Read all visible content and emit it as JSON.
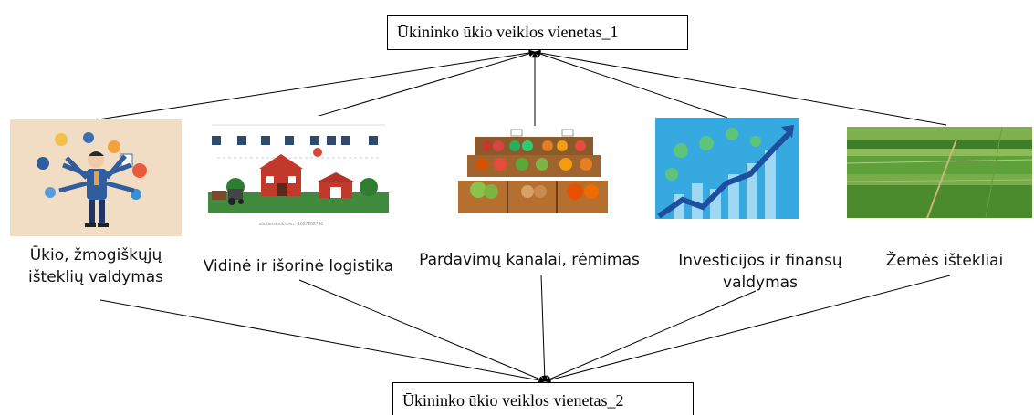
{
  "top_node": {
    "label": "Ūkininko ūkio veiklos vienetas_1"
  },
  "bottom_node": {
    "label": "Ūkininko ūkio veiklos vienetas_2"
  },
  "categories": [
    {
      "label": "Ūkio, žmogiškųjų\ništeklių valdymas",
      "image": "manager-multitasking-illustration"
    },
    {
      "label": "Vidinė ir išorinė logistika",
      "image": "farm-logistics-illustration"
    },
    {
      "label": "Pardavimų kanalai, rėmimas",
      "image": "vegetable-market-stall-illustration"
    },
    {
      "label": "Investicijos ir finansų\nvaldymas",
      "image": "rising-finance-chart-illustration"
    },
    {
      "label": "Žemės ištekliai",
      "image": "farmland-fields-photo"
    }
  ],
  "image_watermark": "shutterstock.com · 1657202796",
  "colors": {
    "line": "#000000",
    "box_border": "#000000"
  }
}
